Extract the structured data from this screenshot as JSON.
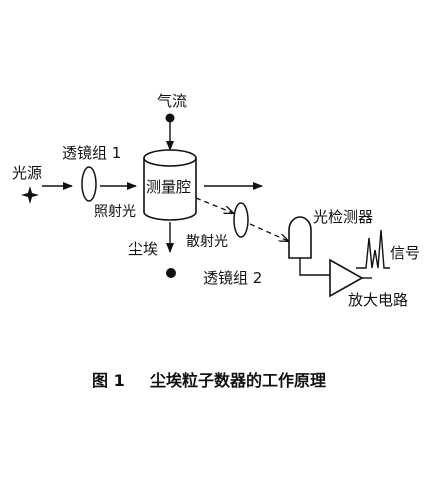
{
  "diagram": {
    "labels": {
      "airflow": "气流",
      "light_source": "光源",
      "lens_group_1": "透镜组 1",
      "irradiation_light": "照射光",
      "measurement_chamber": "测量腔",
      "scattered_light": "散射光",
      "dust": "尘埃",
      "lens_group_2": "透镜组 2",
      "photodetector": "光检测器",
      "signal": "信号",
      "amplifier_circuit": "放大电路"
    },
    "caption": {
      "number": "图 1",
      "title": "尘埃粒子数器的工作原理"
    }
  }
}
